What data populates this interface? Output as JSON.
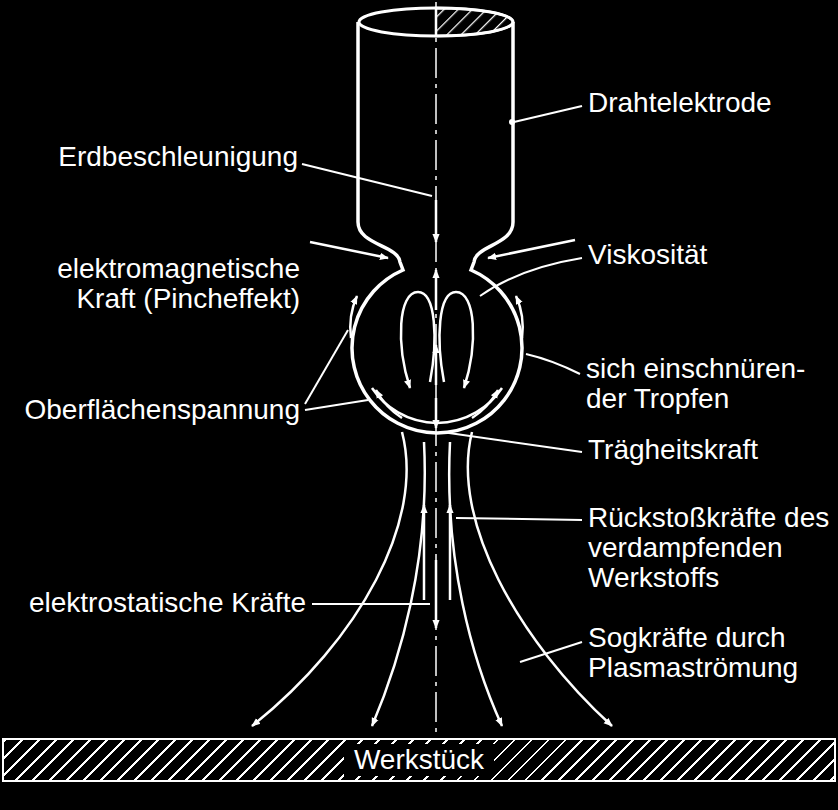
{
  "diagram": {
    "nodes": [
      {
        "text": [
          "Werkstück"
        ]
      }
    ],
    "labels": [
      "Drahtelektrode",
      "Erdbeschleunigung",
      "elektromagnetische Kraft (Pincheffekt)",
      "Viskosität",
      "sich einschnüren- der Tropfen",
      "Oberflächenspannung",
      "Trägheitskraft",
      "Rückstoßkräfte des verdampfenden Werkstoffs",
      "elektrostatische Kräfte",
      "Sogkräfte durch Plasmaströmung"
    ]
  }
}
